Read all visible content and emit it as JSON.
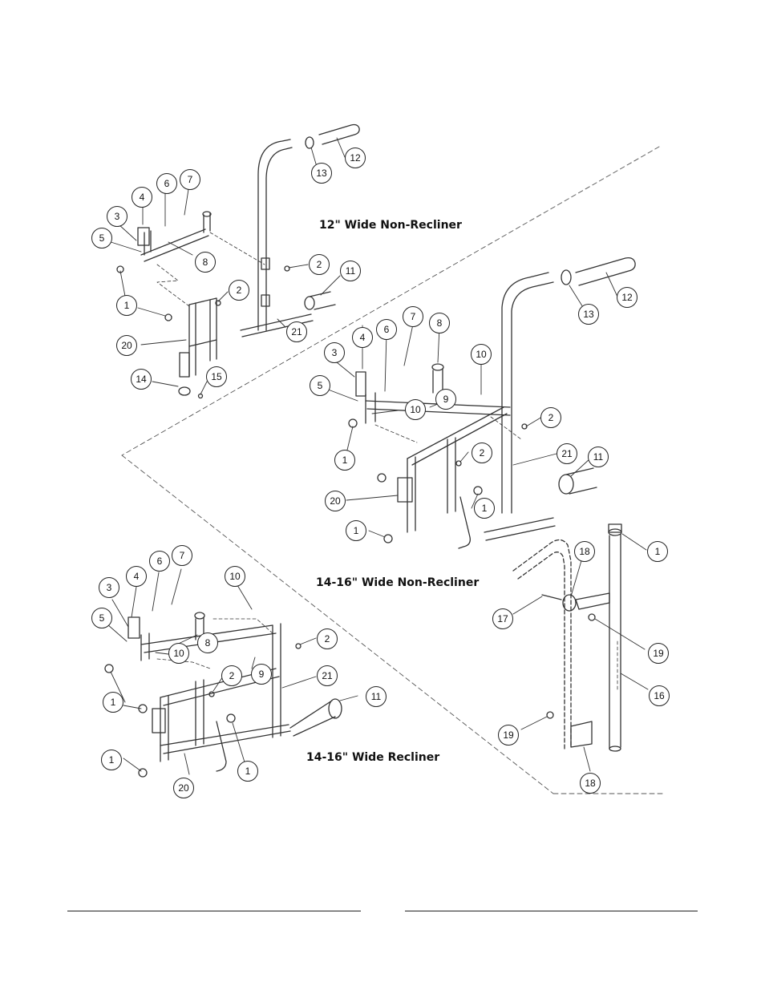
{
  "sections": {
    "nr12": {
      "title": "12\" Wide Non-Recliner"
    },
    "nr1416": {
      "title": "14-16\" Wide Non-Recliner"
    },
    "rec1416": {
      "title": "14-16\" Wide Recliner"
    }
  },
  "callouts": {
    "nr12": [
      "12",
      "13",
      "7",
      "6",
      "4",
      "3",
      "5",
      "8",
      "2",
      "11",
      "1",
      "2",
      "21",
      "20",
      "14",
      "15"
    ],
    "nr1416": [
      "12",
      "13",
      "7",
      "8",
      "4",
      "6",
      "3",
      "10",
      "5",
      "10",
      "9",
      "2",
      "21",
      "11",
      "1",
      "2",
      "20",
      "1",
      "1"
    ],
    "rec1416": [
      "7",
      "10",
      "4",
      "6",
      "3",
      "5",
      "8",
      "10",
      "2",
      "9",
      "21",
      "2",
      "1",
      "11",
      "1",
      "1",
      "20"
    ],
    "detail": [
      "1",
      "18",
      "17",
      "19",
      "16",
      "19",
      "18"
    ]
  },
  "colors": {
    "line": "#333333",
    "text": "#111111",
    "background": "#ffffff"
  }
}
